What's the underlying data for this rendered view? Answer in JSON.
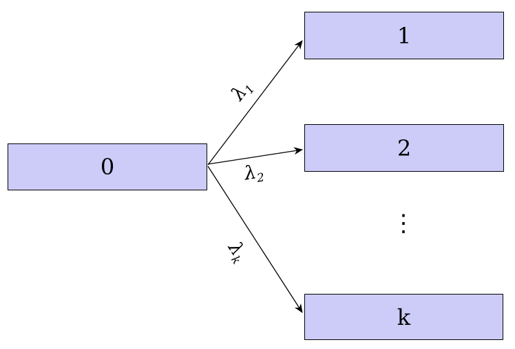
{
  "diagram": {
    "background_color": "#ffffff",
    "node_fill_color": "#cdccf8",
    "node_border_color": "#000000",
    "arrow_color": "#000000",
    "nodes": [
      {
        "id": "0",
        "label": "0"
      },
      {
        "id": "1",
        "label": "1"
      },
      {
        "id": "2",
        "label": "2"
      },
      {
        "id": "k",
        "label": "k"
      }
    ],
    "edges": [
      {
        "from": "0",
        "to": "1",
        "symbol": "λ",
        "subscript": "1"
      },
      {
        "from": "0",
        "to": "2",
        "symbol": "λ",
        "subscript": "2"
      },
      {
        "from": "0",
        "to": "k",
        "symbol": "λ",
        "subscript": "k"
      }
    ],
    "ellipsis": "⋮"
  }
}
